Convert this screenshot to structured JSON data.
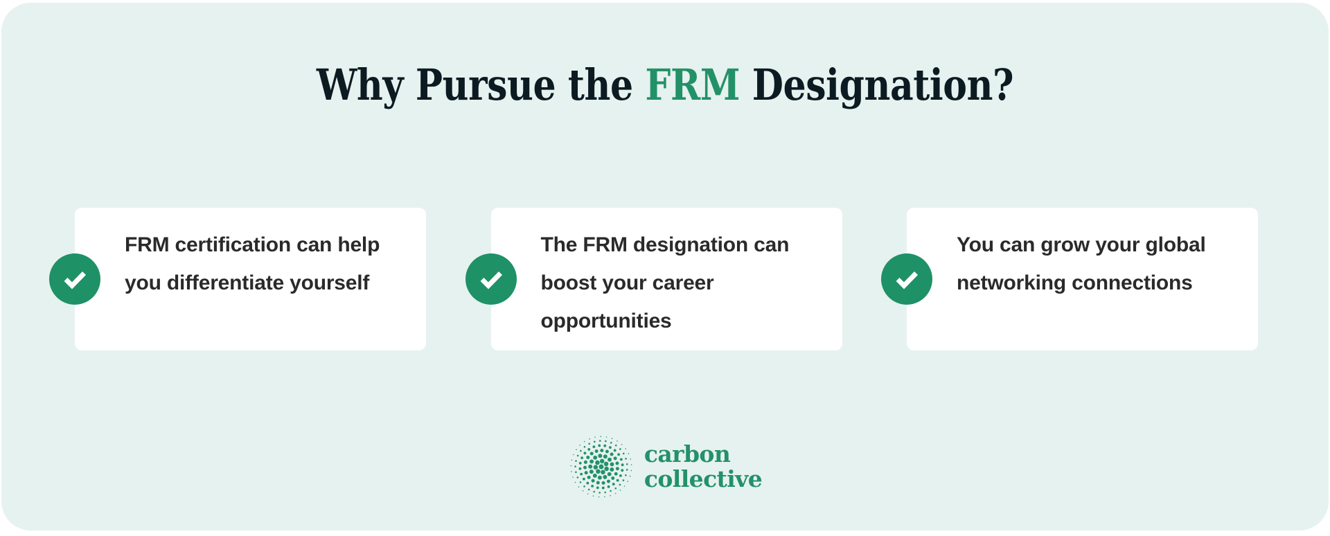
{
  "panel": {
    "background_color": "#e6f2ef",
    "page_background_color": "#ffffff"
  },
  "heading": {
    "before_accent": "Why Pursue the ",
    "accent": "FRM",
    "after_accent": " Designation?",
    "full_text": "Why Pursue the FRM Designation?",
    "color": "#0c1b22",
    "accent_color": "#239168"
  },
  "cards": [
    {
      "icon": "check-circle-icon",
      "text": "FRM certification can help you differentiate yourself",
      "badge_color": "#1f9167",
      "background_color": "#ffffff"
    },
    {
      "icon": "check-circle-icon",
      "text": "The FRM designation can boost your career opportunities",
      "badge_color": "#1f9167",
      "background_color": "#ffffff"
    },
    {
      "icon": "check-circle-icon",
      "text": "You can grow your global networking connections",
      "badge_color": "#1f9167",
      "background_color": "#ffffff"
    }
  ],
  "logo": {
    "mark": "carbon-collective-dot-mark",
    "line1": "carbon",
    "line2": "collective",
    "color": "#23916a"
  }
}
